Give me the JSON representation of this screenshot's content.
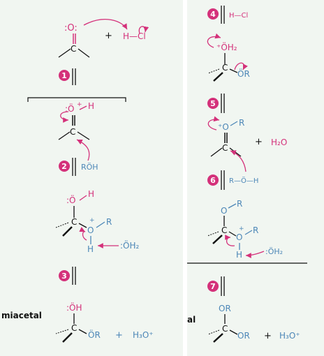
{
  "colors": {
    "magenta": "#d4317a",
    "blue": "#4d87b7",
    "black": "#111111",
    "panel": "#f1f6f1"
  },
  "steps": [
    "1",
    "2",
    "3",
    "4",
    "5",
    "6",
    "7"
  ],
  "left": {
    "plus": "+",
    "hcl": "H—Cl",
    "roh": "RÖH",
    "oh2": ":ÖH₂",
    "h3o": "H₃O⁺",
    "hemiacetal_label": "miacetal",
    "or": "ÖR",
    "oh": ":ÖH"
  },
  "right": {
    "hcl": "H—Cl",
    "oh2_plus": "⁺ÖH₂",
    "h2o": "H₂O",
    "roh": "R—Ö—H",
    "oh2": ":ÖH₂",
    "acetal_label": "al",
    "or_top": "OR",
    "or_bottom": "OR",
    "h3o": "H₃O⁺"
  }
}
